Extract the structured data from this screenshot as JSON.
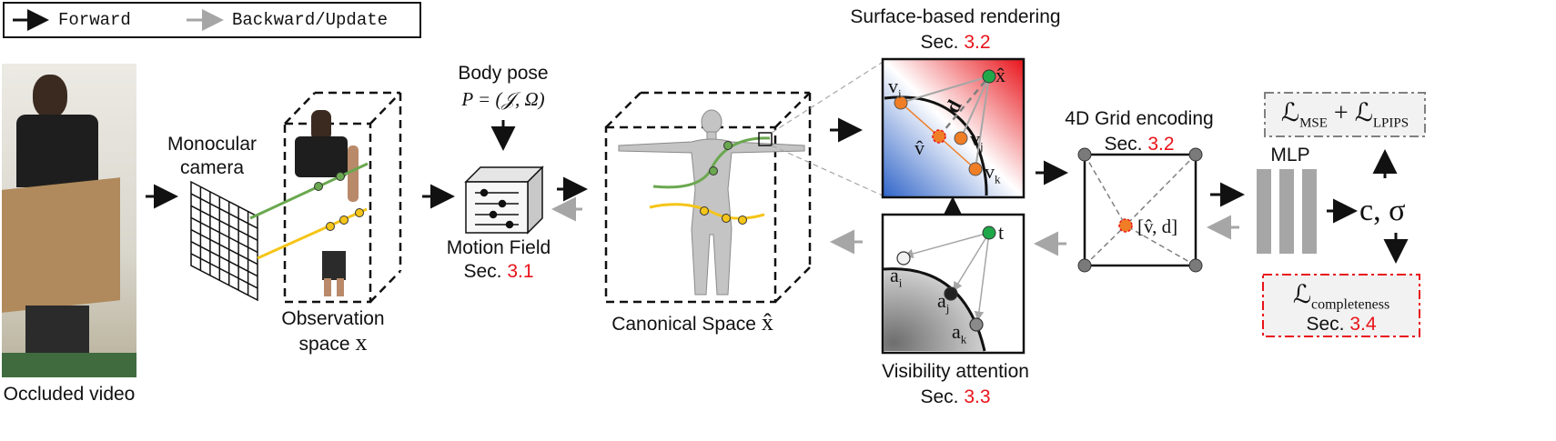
{
  "legend": {
    "forward": "Forward",
    "backward": "Backward/Update"
  },
  "input": {
    "caption": "Occluded video"
  },
  "camera": {
    "label_line1": "Monocular",
    "label_line2": "camera"
  },
  "observation": {
    "label_line1": "Observation",
    "label_line2": "space",
    "symbol": "x"
  },
  "body_pose": {
    "title": "Body pose",
    "formula": "P = (𝒥, Ω)"
  },
  "motion_field": {
    "label": "Motion Field",
    "sec_prefix": "Sec. ",
    "sec": "3.1"
  },
  "canonical": {
    "label": "Canonical Space",
    "symbol": "x̂"
  },
  "surface": {
    "title": "Surface-based rendering",
    "sec_prefix": "Sec. ",
    "sec": "3.2",
    "v_i": "v",
    "v_i_sub": "i",
    "v_j": "v",
    "v_j_sub": "j",
    "v_k": "v",
    "v_k_sub": "k",
    "v_hat": "v̂",
    "x_hat": "x̂",
    "d": "d"
  },
  "visibility": {
    "title": "Visibility attention",
    "sec_prefix": "Sec. ",
    "sec": "3.3",
    "t": "t",
    "a_i": "a",
    "a_i_sub": "i",
    "a_j": "a",
    "a_j_sub": "j",
    "a_k": "a",
    "a_k_sub": "k"
  },
  "grid": {
    "title": "4D Grid encoding",
    "sec_prefix": "Sec. ",
    "sec": "3.2",
    "point": "[v̂, d]"
  },
  "mlp": {
    "label": "MLP",
    "output": "c, σ"
  },
  "loss_top": {
    "L1": "ℒ",
    "L1_sub": "MSE",
    "plus": "+",
    "L2": "ℒ",
    "L2_sub": "LPIPS"
  },
  "loss_bottom": {
    "L": "ℒ",
    "L_sub": "completeness",
    "sec_prefix": "Sec. ",
    "sec": "3.4"
  },
  "colors": {
    "red": "#e8141a",
    "orange": "#f07e26",
    "green": "#1fa84a",
    "gray": "#a6a6a6",
    "yellow": "#f5c518",
    "figure_green": "#6aa84f"
  }
}
